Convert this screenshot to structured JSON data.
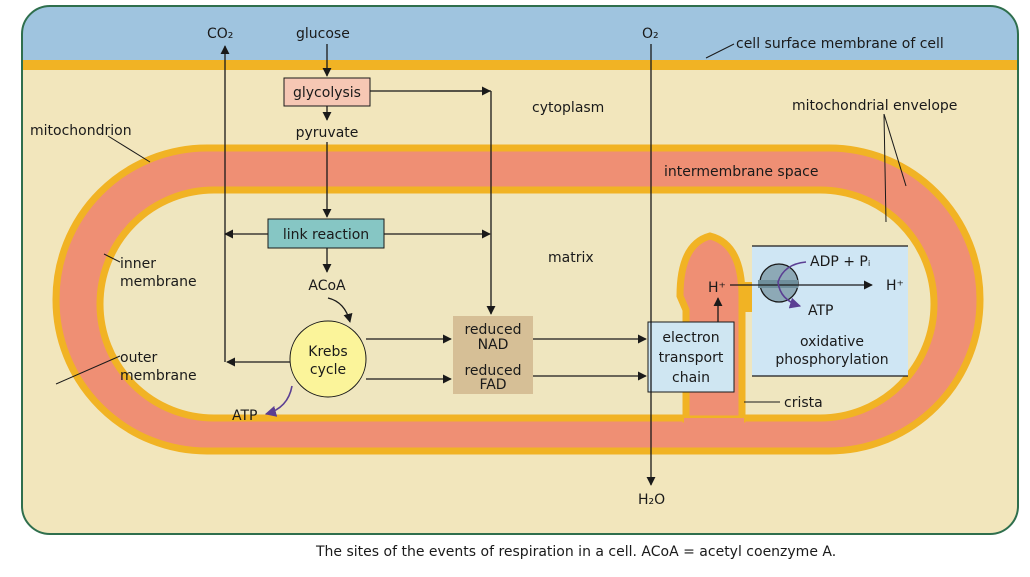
{
  "labels": {
    "co2": "CO₂",
    "glucose": "glucose",
    "glycolysis": "glycolysis",
    "pyruvate": "pyruvate",
    "link_reaction": "link reaction",
    "acoa": "ACoA",
    "krebs_line1": "Krebs",
    "krebs_line2": "cycle",
    "atp_krebs": "ATP",
    "reduced_nad_line1": "reduced",
    "reduced_nad_line2": "NAD",
    "reduced_fad_line1": "reduced",
    "reduced_fad_line2": "FAD",
    "o2": "O₂",
    "h2o": "H₂O",
    "cell_surface_membrane": "cell surface membrane of cell",
    "cytoplasm": "cytoplasm",
    "mitochondrial_envelope": "mitochondrial envelope",
    "mitochondrion": "mitochondrion",
    "intermembrane_space": "intermembrane space",
    "matrix": "matrix",
    "inner_membrane_line1": "inner",
    "inner_membrane_line2": "membrane",
    "outer_membrane_line1": "outer",
    "outer_membrane_line2": "membrane",
    "etc_line1": "electron",
    "etc_line2": "transport",
    "etc_line3": "chain",
    "h_plus_left": "H⁺",
    "adp_pi": "ADP + Pᵢ",
    "h_plus_right": "H⁺",
    "atp_oxphos": "ATP",
    "oxphos_line1": "oxidative",
    "oxphos_line2": "phosphorylation",
    "crista": "crista"
  },
  "caption": "The sites of the events of respiration in a cell. ACoA = acetyl coenzyme A.",
  "colors": {
    "extracellular": "#9fc4df",
    "cytoplasm": "#f2e6bc",
    "membrane": "#f1b324",
    "intermembrane": "#ef8f74",
    "matrix": "#efe6bf",
    "glycolysis_box": "#f6c7b4",
    "link_box": "#86c6c4",
    "krebs_fill": "#fbf49a",
    "reduced_box": "#d6bf96",
    "etc_box": "#cfe6f2",
    "oxphos_region": "#cfe6f4",
    "atp_synthase": "#8da9b6",
    "atp_arrow": "#5b3f93"
  }
}
